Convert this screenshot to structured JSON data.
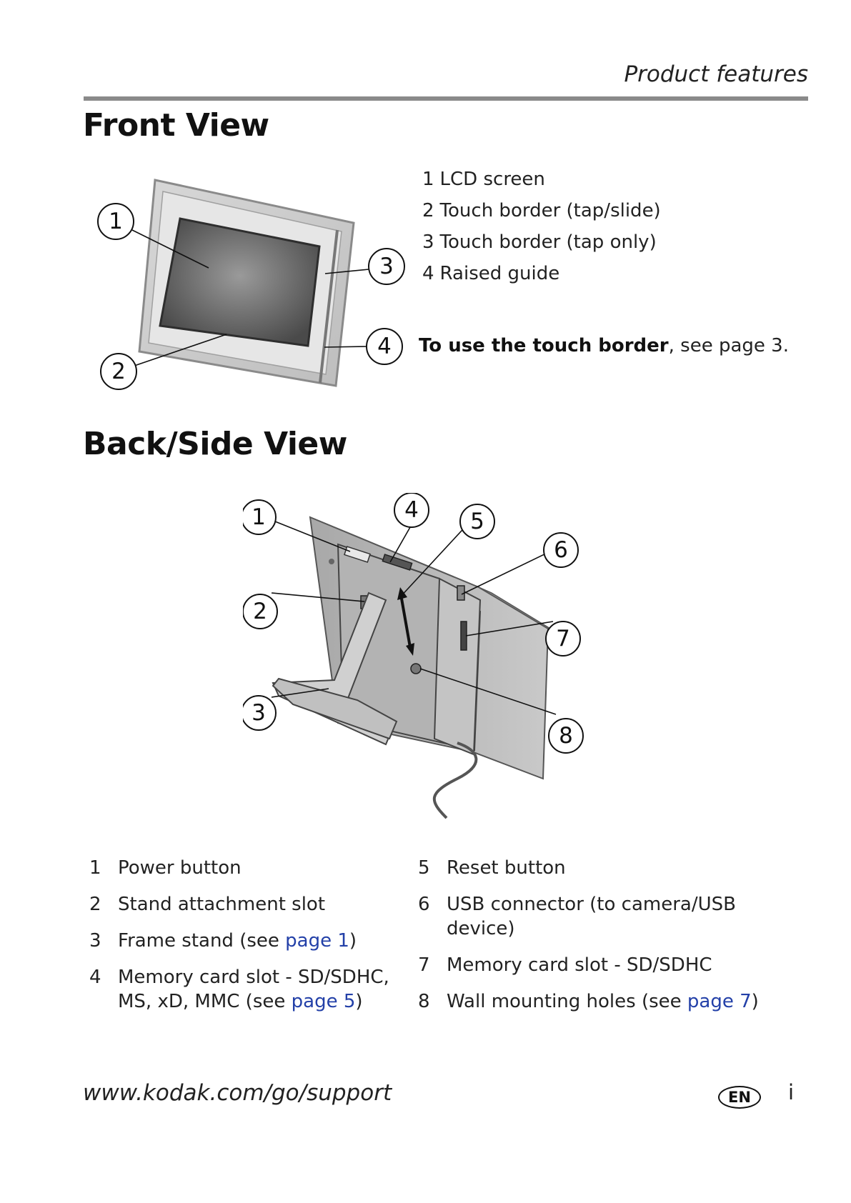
{
  "header": {
    "title": "Product features"
  },
  "front": {
    "heading": "Front View",
    "callouts": [
      "1",
      "2",
      "3",
      "4"
    ],
    "items": [
      {
        "num": "1",
        "label": "LCD screen"
      },
      {
        "num": "2",
        "label": "Touch border (tap/slide)"
      },
      {
        "num": "3",
        "label": "Touch border (tap only)"
      },
      {
        "num": "4",
        "label": "Raised guide"
      }
    ],
    "note": {
      "bold": "To use the touch border",
      "rest": ", see page 3."
    }
  },
  "back": {
    "heading": "Back/Side View",
    "callouts": [
      "1",
      "2",
      "3",
      "4",
      "5",
      "6",
      "7",
      "8"
    ],
    "items_left": [
      {
        "num": "1",
        "text": "Power button"
      },
      {
        "num": "2",
        "text": "Stand attachment slot"
      },
      {
        "num": "3",
        "text": "Frame stand (see ",
        "link": "page 1",
        "after": ")"
      },
      {
        "num": "4",
        "text": "Memory card slot - SD/SDHC, MS, xD, MMC (see ",
        "link": "page 5",
        "after": ")"
      }
    ],
    "items_right": [
      {
        "num": "5",
        "text": "Reset button"
      },
      {
        "num": "6",
        "text": "USB connector (to camera/USB device)"
      },
      {
        "num": "7",
        "text": "Memory card slot - SD/SDHC"
      },
      {
        "num": "8",
        "text": "Wall mounting holes (see ",
        "link": "page 7",
        "after": ")"
      }
    ]
  },
  "footer": {
    "url": "www.kodak.com/go/support",
    "lang": "EN",
    "page": "i"
  },
  "colors": {
    "link": "#2340a8",
    "rule": "#8a8a8a"
  }
}
